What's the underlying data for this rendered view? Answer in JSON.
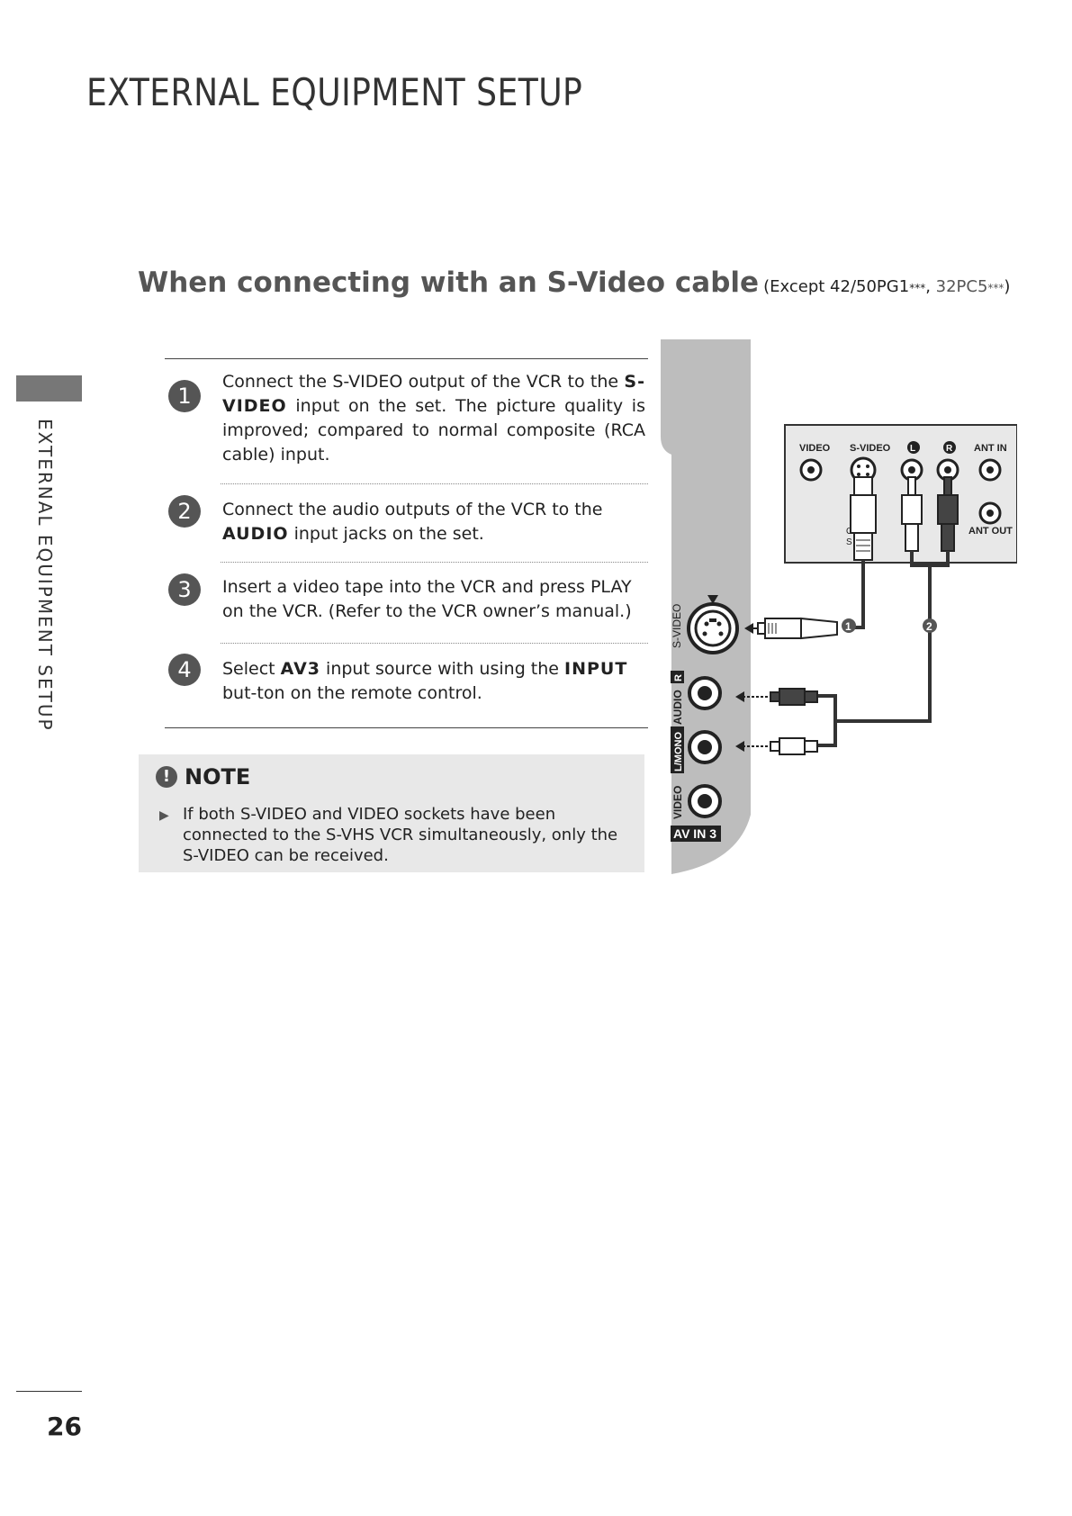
{
  "header": {
    "title": "EXTERNAL EQUIPMENT SETUP",
    "side_label": "EXTERNAL EQUIPMENT SETUP",
    "page_number": "26"
  },
  "section": {
    "title": "When connecting with an S-Video cable",
    "qualifier_open": "(Except 42/50PG1",
    "qualifier_stars1": "***",
    "qualifier_sep": ", ",
    "qualifier_model2": "32PC5",
    "qualifier_stars2": "***",
    "qualifier_close": ")"
  },
  "steps": [
    {
      "num": "1",
      "t1": "Connect the S-VIDEO output of the VCR to the ",
      "b1": "S-VIDEO",
      "t2": " input on the set. The picture quality is improved; compared to normal composite (RCA cable) input."
    },
    {
      "num": "2",
      "t1": "Connect the audio outputs of the VCR to the ",
      "b1": "AUDIO",
      "t2": " input jacks on the set."
    },
    {
      "num": "3",
      "t1": "Insert a video tape into the VCR and press PLAY on the VCR. (Refer to the VCR owner’s manual.)"
    },
    {
      "num": "4",
      "t1": "Select ",
      "b1": "AV3",
      "t2": " input source with using the ",
      "b2": "INPUT",
      "t3": " but-ton on the remote control."
    }
  ],
  "note": {
    "icon": "!",
    "title": "NOTE",
    "bullet": "▶",
    "text": "If both S-VIDEO and VIDEO sockets have been connected to the S-VHS VCR simultaneously, only the S-VIDEO can be received."
  },
  "diagram": {
    "vcr_labels": {
      "video": "VIDEO",
      "svideo": "S-VIDEO",
      "l": "L",
      "r": "R",
      "ant_in": "ANT IN",
      "ant_out": "ANT OUT",
      "switch_top": "O   T",
      "switch_bottom": "S   H"
    },
    "tv_labels": {
      "svideo": "S-VIDEO",
      "audio": "AUDIO",
      "r": "R",
      "lmono": "L/MONO",
      "video": "VIDEO",
      "av_in": "AV IN 3"
    },
    "markers": {
      "one": "1",
      "two": "2"
    }
  }
}
